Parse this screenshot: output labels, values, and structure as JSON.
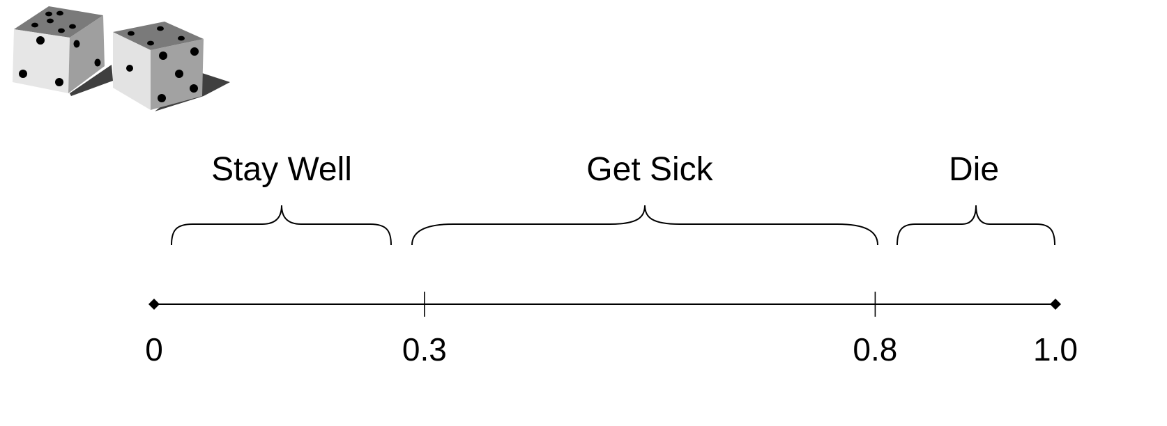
{
  "segments": [
    {
      "label": "Stay Well",
      "from": 0.0,
      "to": 0.3
    },
    {
      "label": "Get Sick",
      "from": 0.3,
      "to": 0.8
    },
    {
      "label": "Die",
      "from": 0.8,
      "to": 1.0
    }
  ],
  "axis": {
    "range": [
      0,
      1.0
    ],
    "ticks": [
      {
        "value": 0,
        "label": "0"
      },
      {
        "value": 0.3,
        "label": "0.3"
      },
      {
        "value": 0.8,
        "label": "0.8"
      },
      {
        "value": 1.0,
        "label": "1.0"
      }
    ]
  },
  "decoration": {
    "icon": "dice-icon"
  }
}
